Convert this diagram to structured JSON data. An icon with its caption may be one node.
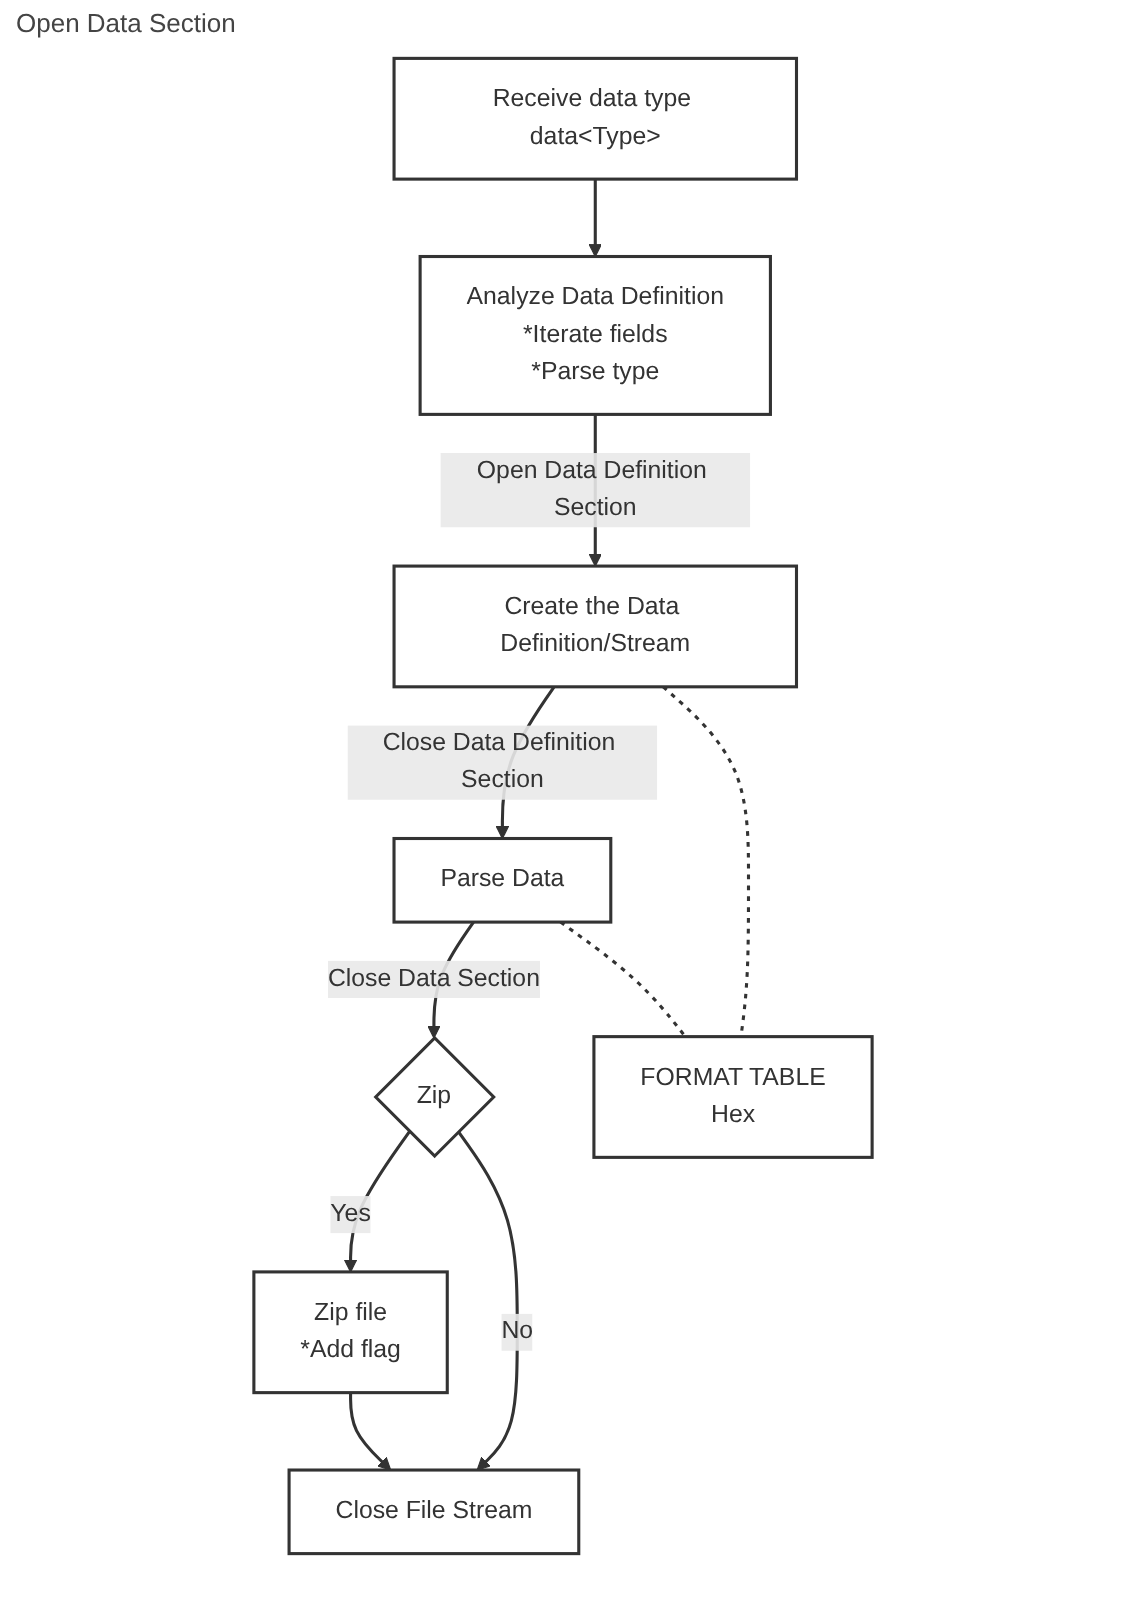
{
  "diagram": {
    "nodes": [
      {
        "text": [
          "Receive data type data<Type>"
        ]
      },
      {
        "text": [
          "Analyze Data Definition",
          "*Iterate fields",
          "*Parse type"
        ]
      },
      {
        "text": [
          "Create the Data Definition/Stream"
        ]
      },
      {
        "text": [
          "Parse Data"
        ]
      },
      {
        "text": [
          "Zip"
        ]
      },
      {
        "text": [
          "Zip file",
          "*Add flag"
        ]
      },
      {
        "text": [
          "Close File Stream"
        ]
      },
      {
        "text": [
          "FORMAT TABLE",
          "Hex"
        ]
      }
    ],
    "edges": [
      {
        "from": 0,
        "to": 1,
        "arrow": "to"
      },
      {
        "from": 1,
        "to": 2,
        "arrow": "to",
        "label": "Open Data Definition Section"
      },
      {
        "from": 2,
        "to": 3,
        "arrow": "to",
        "label": "Close Data Definition Section"
      },
      {
        "from": 3,
        "to": 4,
        "arrow": "to",
        "label": "Close Data Section"
      },
      {
        "from": 4,
        "to": 5,
        "arrow": "to",
        "label": "Yes"
      },
      {
        "from": 4,
        "to": 6,
        "arrow": "to",
        "label": "No"
      },
      {
        "from": 5,
        "to": 6,
        "arrow": "to"
      },
      {
        "from": 2,
        "to": 7,
        "arrow": "none",
        "style": "dashed"
      },
      {
        "from": 3,
        "to": 7,
        "arrow": "none",
        "style": "dashed"
      }
    ],
    "labels": [
      "Open Data Section"
    ]
  }
}
